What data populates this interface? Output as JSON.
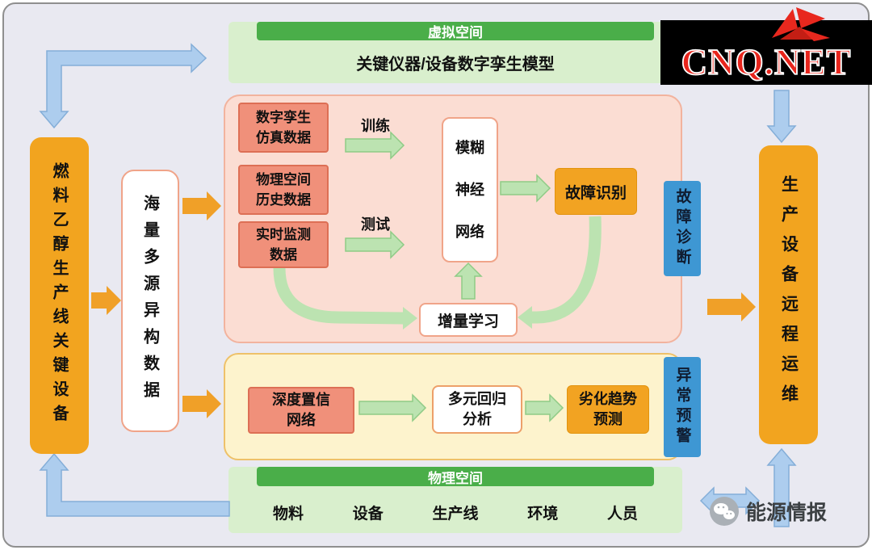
{
  "colors": {
    "background": "#e9e9f1",
    "green_header": "#4aae49",
    "light_green_panel": "#d9efcd",
    "pink_panel": "#fbddd3",
    "yellow_panel": "#fdf3cd",
    "orange_box": "#f2a41f",
    "salmon_box": "#f0907a",
    "blue_tag": "#3e97d3",
    "blue_arrow": "#adcdee",
    "green_arrow": "#bce3b1",
    "orange_arrow": "#f0a028",
    "logo_red": "#e8251c"
  },
  "logo": {
    "text": "CNQ.NET"
  },
  "watermark": {
    "text": "能源情报"
  },
  "virtual_space": {
    "title": "虚拟空间",
    "model": "关键仪器/设备数字孪生模型"
  },
  "physical_space": {
    "title": "物理空间",
    "items": [
      "物料",
      "设备",
      "生产线",
      "环境",
      "人员"
    ]
  },
  "left_column": {
    "equipment": "燃料乙醇生产线关键设备",
    "data": "海量多源异构数据"
  },
  "right_column": {
    "ops": "生产设备远程运维"
  },
  "fault_diagnosis": {
    "sim_data": "数字孪生\n仿真数据",
    "hist_data": "物理空间\n历史数据",
    "realtime_data": "实时监测\n数据",
    "train": "训练",
    "test": "测试",
    "network": "模糊\n神经\n网络",
    "fault_id": "故障识别",
    "incremental": "增量学习",
    "tag": "故障诊断"
  },
  "anomaly_warning": {
    "dbn": "深度置信\n网络",
    "regression": "多元回归\n分析",
    "prediction": "劣化趋势\n预测",
    "tag": "异常预警"
  }
}
